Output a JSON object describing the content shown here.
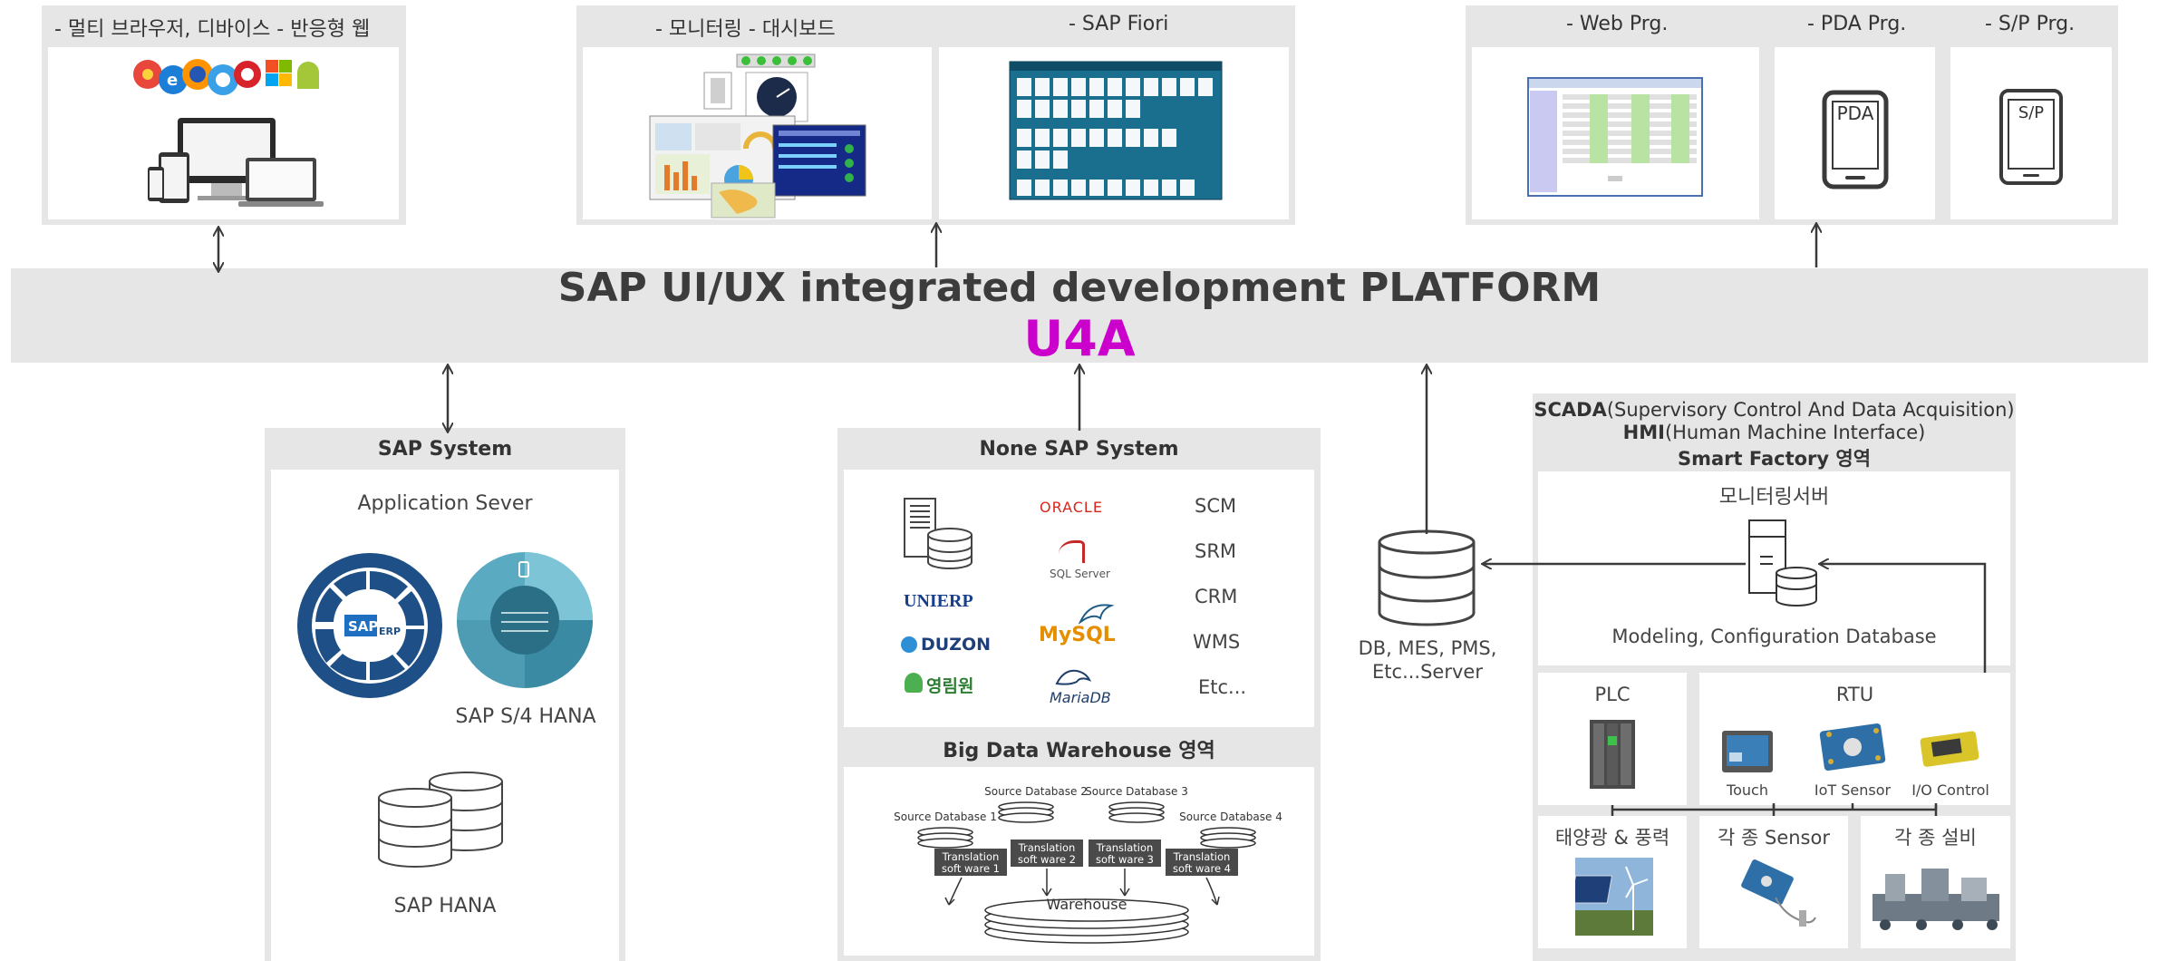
{
  "top": {
    "multi_browser": "- 멀티 브라우저, 디바이스 - 반응형 웹",
    "monitoring": "- 모니터링 - 대시보드",
    "fiori": "- SAP Fiori",
    "web_prg": "- Web Prg.",
    "pda_prg": "- PDA Prg.",
    "sp_prg": "- S/P Prg.",
    "pda_device_label": "PDA",
    "sp_device_label": "S/P"
  },
  "platform": {
    "title": "SAP UI/UX integrated development PLATFORM",
    "name": "U4A",
    "name_color": "#cc00cc"
  },
  "sap_system": {
    "title": "SAP System",
    "app_server": "Application Sever",
    "s4hana": "SAP S/4 HANA",
    "hana": "SAP HANA",
    "erp_logo": "SAP ERP"
  },
  "none_sap": {
    "title": "None SAP System",
    "logos": [
      "UNIERP",
      "DUZON",
      "영림원",
      "ORACLE",
      "SQL Server",
      "MySQL",
      "MariaDB"
    ],
    "systems": [
      "SCM",
      "SRM",
      "CRM",
      "WMS",
      "Etc..."
    ]
  },
  "big_data": {
    "title": "Big Data Warehouse 영역",
    "sources": [
      "Source Database 1",
      "Source Database 2",
      "Source Database 3",
      "Source Database 4"
    ],
    "translations": [
      "Translation soft ware 1",
      "Translation soft ware 2",
      "Translation soft ware 3",
      "Translation soft ware 4"
    ],
    "warehouse": "Warehouse"
  },
  "db_server": {
    "label_line1": "DB, MES, PMS,",
    "label_line2": "Etc...Server"
  },
  "scada": {
    "line1_bold": "SCADA",
    "line1_rest": "(Supervisory Control And Data Acquisition)",
    "line2_bold": "HMI",
    "line2_rest": "(Human Machine Interface)",
    "line3": "Smart Factory 영역",
    "monitor_server": "모니터링서버",
    "modeling_db": "Modeling, Configuration Database",
    "plc": "PLC",
    "rtu": "RTU",
    "touch": "Touch",
    "iot_sensor": "IoT Sensor",
    "io_control": "I/O Control",
    "solar_wind": "태양광 & 풍력",
    "sensors": "각 종 Sensor",
    "equipment": "각 종 설비"
  }
}
